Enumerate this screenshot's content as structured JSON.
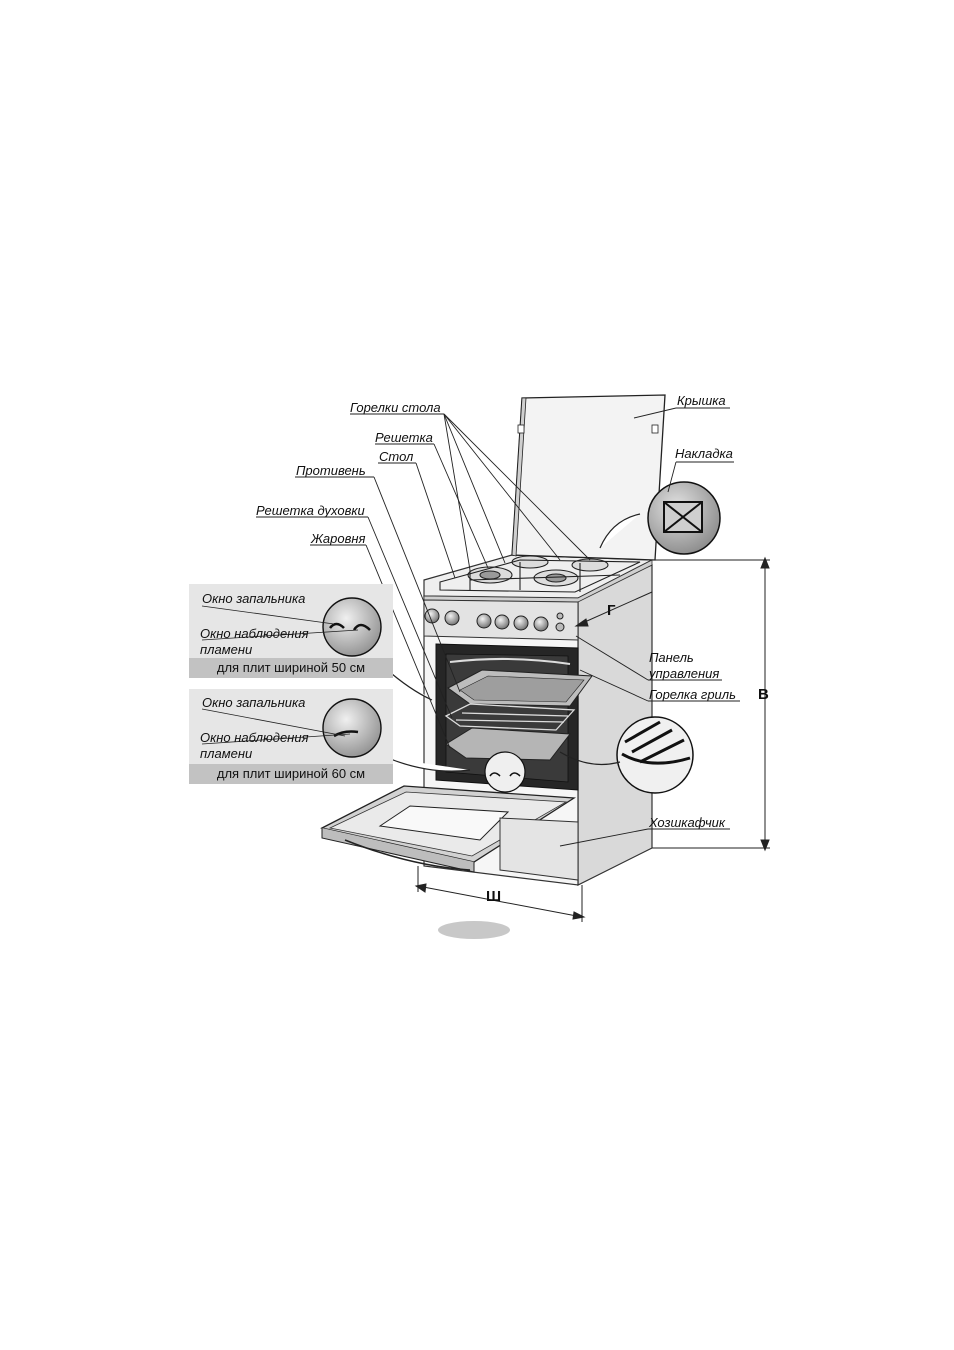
{
  "labels": {
    "burners": "Горелки стола",
    "grate": "Решетка",
    "table": "Стол",
    "tray": "Противень",
    "oven_rack": "Решетка духовки",
    "roaster": "Жаровня",
    "lid": "Крышка",
    "overlay": "Накладка",
    "control_panel_1": "Панель",
    "control_panel_2": "управления",
    "grill_burner": "Горелка гриль",
    "storage": "Хозшкафчик"
  },
  "dimensions": {
    "depth": "Г",
    "height": "В",
    "width": "Ш"
  },
  "insets": [
    {
      "igniter_window": "Окно запальника",
      "flame_window_1": "Окно наблюдения",
      "flame_window_2": "пламени",
      "caption": "для плит шириной 50 см"
    },
    {
      "igniter_window": "Окно запальника",
      "flame_window_1": "Окно наблюдения",
      "flame_window_2": "пламени",
      "caption": "для плит шириной 60 см"
    }
  ]
}
